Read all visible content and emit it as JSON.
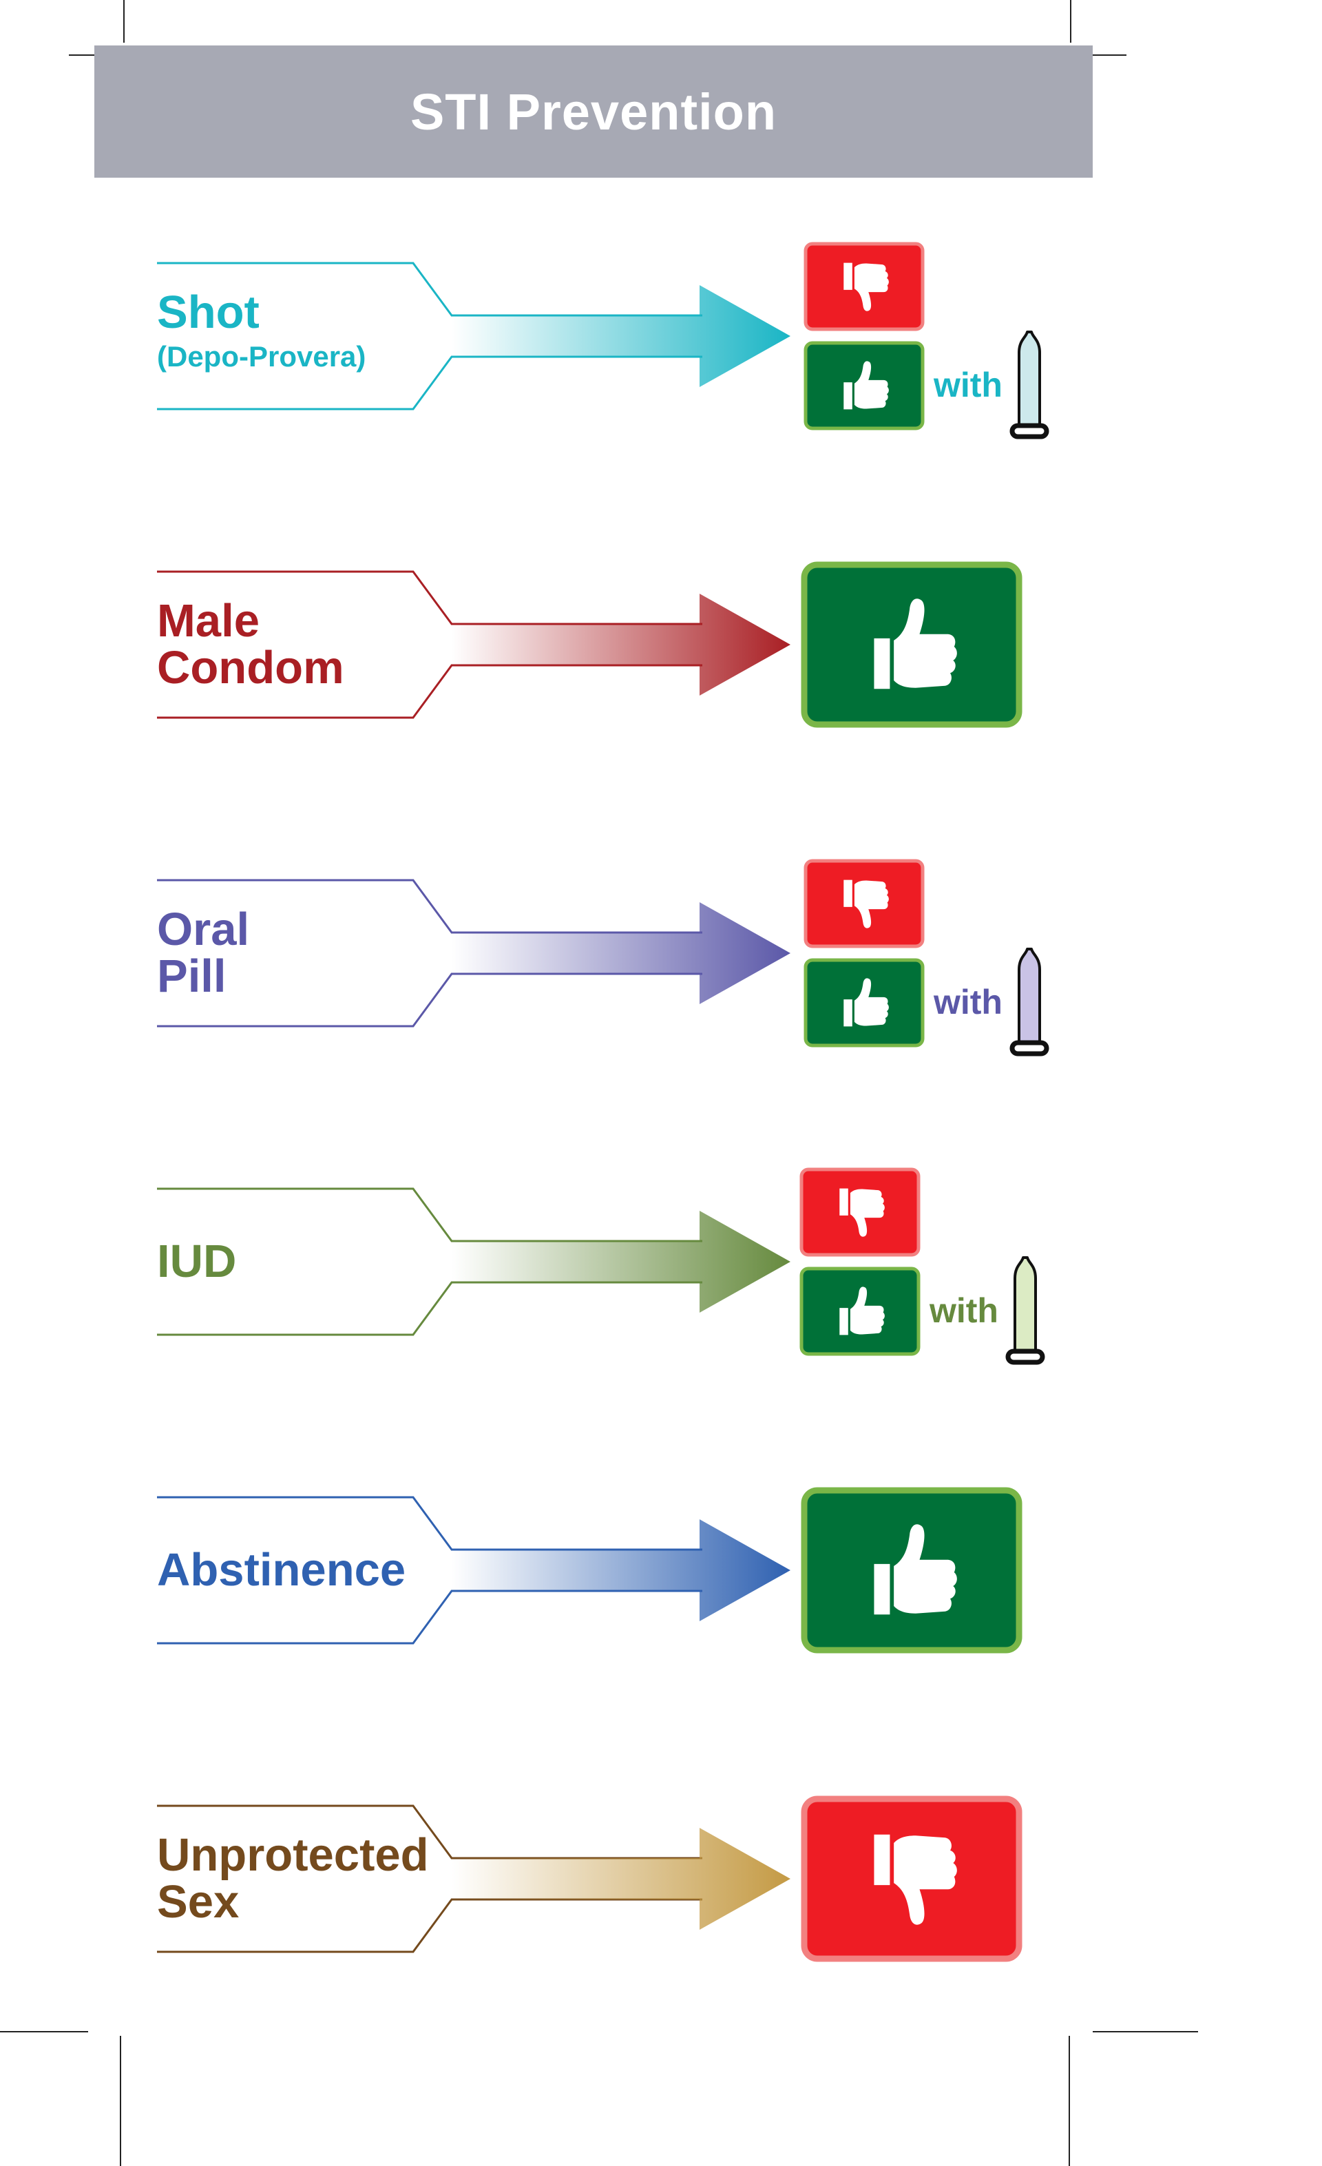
{
  "title": "STI Prevention",
  "with_label": "with",
  "colors": {
    "title_bar": "#a7a9b4",
    "green_box": "#007138",
    "green_border": "#7ab648",
    "red_box": "#ee1c24",
    "red_border": "#f28080"
  },
  "rows": [
    {
      "lines": [
        "Shot"
      ],
      "sub": "(Depo-Provera)",
      "color": "#1ab5c5",
      "condom_fill": "#cde9ec",
      "rating": "condom-dependent",
      "icons": [
        "thumbs-down-icon",
        "thumbs-up-icon",
        "condom-icon"
      ]
    },
    {
      "lines": [
        "Male",
        "Condom"
      ],
      "sub": "",
      "color": "#a91f24",
      "condom_fill": "",
      "rating": "effective",
      "icons": [
        "thumbs-up-icon"
      ]
    },
    {
      "lines": [
        "Oral",
        "Pill"
      ],
      "sub": "",
      "color": "#5b58a8",
      "condom_fill": "#c9c3e6",
      "rating": "condom-dependent",
      "icons": [
        "thumbs-down-icon",
        "thumbs-up-icon",
        "condom-icon"
      ]
    },
    {
      "lines": [
        "IUD"
      ],
      "sub": "",
      "color": "#668a3e",
      "condom_fill": "#dcebc4",
      "rating": "condom-dependent",
      "icons": [
        "thumbs-down-icon",
        "thumbs-up-icon",
        "condom-icon"
      ]
    },
    {
      "lines": [
        "Abstinence"
      ],
      "sub": "",
      "color": "#2f61b1",
      "condom_fill": "",
      "rating": "effective",
      "icons": [
        "thumbs-up-icon"
      ]
    },
    {
      "lines": [
        "Unprotected",
        "Sex"
      ],
      "sub": "",
      "color": "#744a1d",
      "arrow_color": "#c49a44",
      "condom_fill": "",
      "rating": "not-effective",
      "icons": [
        "thumbs-down-icon"
      ]
    }
  ]
}
